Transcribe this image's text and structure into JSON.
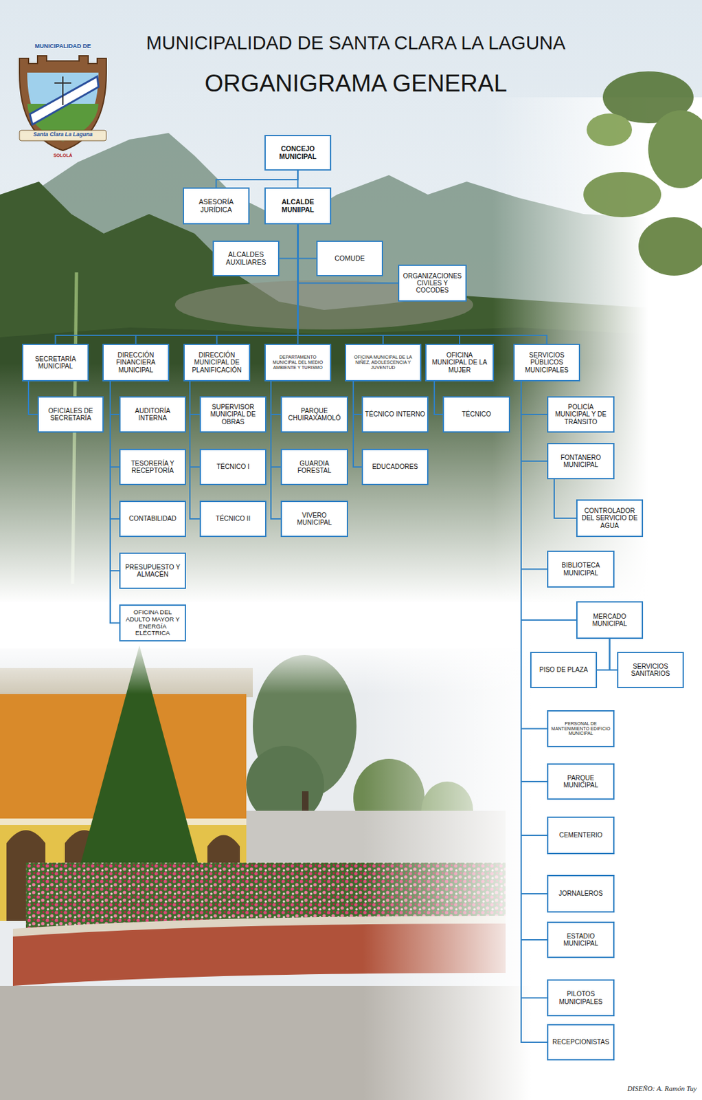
{
  "diagram": {
    "title": "MUNICIPALIDAD DE SANTA CLARA LA LAGUNA",
    "nodes": [
      {
        "text": [
          "CONCEJO MUNICIPAL"
        ]
      },
      {
        "text": [
          "ASESORÍA JURÍDICA"
        ]
      },
      {
        "text": [
          "ALCALDE MUNIIPAL"
        ]
      },
      {
        "text": [
          "ALCALDES AUXILIARES"
        ]
      },
      {
        "text": [
          "COMUDE"
        ]
      },
      {
        "text": [
          "ORGANIZACIONES CIVILES Y COCODES"
        ]
      },
      {
        "text": [
          "SECRETARÍA MUNICIPAL"
        ]
      },
      {
        "text": [
          "DIRECCIÓN FINANCIERA MUNICIPAL"
        ]
      },
      {
        "text": [
          "DIRECCIÓN MUNICIPAL DE PLANIFICACIÓN"
        ]
      },
      {
        "text": [
          "DEPARTAMENTO MUNICIPAL DEL MEDIO AMBIENTE Y TURISMO"
        ]
      },
      {
        "text": [
          "OFICINA MUNICIPAL DE LA NIÑEZ, ADOLESCENCIA Y JUVENTUD"
        ]
      },
      {
        "text": [
          "OFICINA MUNICIPAL DE LA MUJER"
        ]
      },
      {
        "text": [
          "SERVICIOS PÚBLICOS MUNICIPALES"
        ]
      },
      {
        "text": [
          "OFICIALES DE SECRETARÍA"
        ]
      },
      {
        "text": [
          "AUDITORÍA INTERNA"
        ]
      },
      {
        "text": [
          "SUPERVISOR MUNICIPAL DE OBRAS"
        ]
      },
      {
        "text": [
          "PARQUE CHUIRAXAMOLÓ"
        ]
      },
      {
        "text": [
          "TÉCNICO INTERNO"
        ]
      },
      {
        "text": [
          "TÉCNICO"
        ]
      },
      {
        "text": [
          "POLICÍA MUNICIPAL Y DE TRÁNSITO"
        ]
      },
      {
        "text": [
          "FONTANERO MUNICIPAL"
        ]
      },
      {
        "text": [
          "TESORERÍA Y RECEPTORÍA"
        ]
      },
      {
        "text": [
          "TÉCNICO I"
        ]
      },
      {
        "text": [
          "GUARDIA FORESTAL"
        ]
      },
      {
        "text": [
          "EDUCADORES"
        ]
      },
      {
        "text": [
          "CONTROLADOR DEL SERVICIO DE AGUA"
        ]
      },
      {
        "text": [
          "CONTABILIDAD"
        ]
      },
      {
        "text": [
          "TÉCNICO II"
        ]
      },
      {
        "text": [
          "VIVERO MUNICIPAL"
        ]
      },
      {
        "text": [
          "PRESUPUESTO Y ALMACÉN"
        ]
      },
      {
        "text": [
          "BIBLIOTECA MUNICIPAL"
        ]
      },
      {
        "text": [
          "OFICINA DEL ADULTO MAYOR Y ENERGÍA ELÉCTRICA"
        ]
      },
      {
        "text": [
          "MERCADO MUNICIPAL"
        ]
      },
      {
        "text": [
          "PISO DE PLAZA"
        ]
      },
      {
        "text": [
          "SERVICIOS SANITARIOS"
        ]
      },
      {
        "text": [
          "PERSONAL DE MANTENIMIENTO EDIFICIO MUNICIPAL"
        ]
      },
      {
        "text": [
          "PARQUE MUNICIPAL"
        ]
      },
      {
        "text": [
          "CEMENTERIO"
        ]
      },
      {
        "text": [
          "JORNALEROS"
        ]
      },
      {
        "text": [
          "ESTADIO MUNICIPAL"
        ]
      },
      {
        "text": [
          "PILOTOS MUNICIPALES"
        ]
      },
      {
        "text": [
          "RECEPCIONISTAS"
        ]
      }
    ],
    "edges": [
      {
        "from": 0,
        "to": 2,
        "arrow": "none"
      },
      {
        "from": 0,
        "to": 1,
        "arrow": "none"
      },
      {
        "from": 2,
        "to": 3,
        "arrow": "none"
      },
      {
        "from": 2,
        "to": 4,
        "arrow": "none"
      },
      {
        "from": 2,
        "to": 5,
        "arrow": "none"
      },
      {
        "from": 2,
        "to": 6,
        "arrow": "none"
      },
      {
        "from": 2,
        "to": 7,
        "arrow": "none"
      },
      {
        "from": 2,
        "to": 8,
        "arrow": "none"
      },
      {
        "from": 2,
        "to": 9,
        "arrow": "none"
      },
      {
        "from": 2,
        "to": 10,
        "arrow": "none"
      },
      {
        "from": 2,
        "to": 11,
        "arrow": "none"
      },
      {
        "from": 2,
        "to": 12,
        "arrow": "none"
      },
      {
        "from": 6,
        "to": 13,
        "arrow": "none"
      },
      {
        "from": 7,
        "to": 14,
        "arrow": "none"
      },
      {
        "from": 7,
        "to": 21,
        "arrow": "none"
      },
      {
        "from": 7,
        "to": 26,
        "arrow": "none"
      },
      {
        "from": 7,
        "to": 29,
        "arrow": "none"
      },
      {
        "from": 7,
        "to": 31,
        "arrow": "none"
      },
      {
        "from": 8,
        "to": 15,
        "arrow": "none"
      },
      {
        "from": 8,
        "to": 22,
        "arrow": "none"
      },
      {
        "from": 8,
        "to": 27,
        "arrow": "none"
      },
      {
        "from": 9,
        "to": 16,
        "arrow": "none"
      },
      {
        "from": 9,
        "to": 23,
        "arrow": "none"
      },
      {
        "from": 9,
        "to": 28,
        "arrow": "none"
      },
      {
        "from": 10,
        "to": 17,
        "arrow": "none"
      },
      {
        "from": 10,
        "to": 24,
        "arrow": "none"
      },
      {
        "from": 11,
        "to": 18,
        "arrow": "none"
      },
      {
        "from": 12,
        "to": 19,
        "arrow": "none"
      },
      {
        "from": 12,
        "to": 20,
        "arrow": "none"
      },
      {
        "from": 12,
        "to": 30,
        "arrow": "none"
      },
      {
        "from": 12,
        "to": 32,
        "arrow": "none"
      },
      {
        "from": 12,
        "to": 35,
        "arrow": "none"
      },
      {
        "from": 12,
        "to": 36,
        "arrow": "none"
      },
      {
        "from": 12,
        "to": 37,
        "arrow": "none"
      },
      {
        "from": 12,
        "to": 38,
        "arrow": "none"
      },
      {
        "from": 12,
        "to": 39,
        "arrow": "none"
      },
      {
        "from": 12,
        "to": 40,
        "arrow": "none"
      },
      {
        "from": 12,
        "to": 41,
        "arrow": "none"
      },
      {
        "from": 20,
        "to": 25,
        "arrow": "none"
      },
      {
        "from": 32,
        "to": 33,
        "arrow": "none"
      },
      {
        "from": 32,
        "to": 34,
        "arrow": "none"
      }
    ],
    "labels": [
      "ORGANIGRAMA GENERAL",
      "MUNICIPALIDAD DE",
      "Santa Clara La Laguna",
      "SOLOLÁ",
      "DISEÑO: A. Ramón Tuy"
    ]
  }
}
